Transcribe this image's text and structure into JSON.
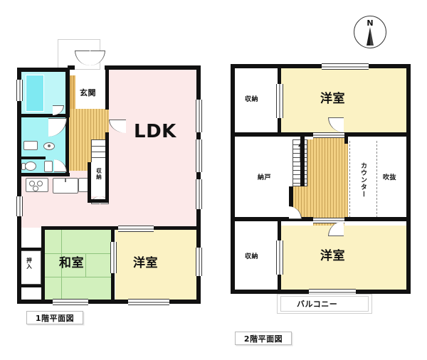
{
  "document": {
    "type": "real-estate-floor-plan",
    "compass_label": "N"
  },
  "floor1": {
    "caption": "1階平面図",
    "rooms": [
      {
        "id": "ldk",
        "label": "LDK",
        "color": "#fce9e9"
      },
      {
        "id": "genkan",
        "label": "玄関",
        "color": "#ffffff"
      },
      {
        "id": "washitsu",
        "label": "和室",
        "color": "#d2f0bd"
      },
      {
        "id": "yoshitsu",
        "label": "洋室",
        "color": "#fbf2c4"
      },
      {
        "id": "oshiire",
        "label": "押入",
        "color": "#ffffff"
      },
      {
        "id": "shuno",
        "label": "収納",
        "color": "#ffffff"
      }
    ]
  },
  "floor2": {
    "caption": "2階平面図",
    "rooms": [
      {
        "id": "shuno-top",
        "label": "収納",
        "color": "#ffffff"
      },
      {
        "id": "yoshitsu-top",
        "label": "洋室",
        "color": "#fbf2c4"
      },
      {
        "id": "nando",
        "label": "納戸",
        "color": "#ffffff"
      },
      {
        "id": "counter",
        "label": "カウンター",
        "color": "#ffffff"
      },
      {
        "id": "fukinuke",
        "label": "吹抜",
        "color": "#ffffff"
      },
      {
        "id": "shuno-bottom",
        "label": "収納",
        "color": "#ffffff"
      },
      {
        "id": "yoshitsu-bot",
        "label": "洋室",
        "color": "#fbf2c4"
      },
      {
        "id": "balcony",
        "label": "バルコニー",
        "color": "#ffffff"
      }
    ]
  },
  "palette": {
    "wall": "#111111",
    "ldk_pink": "#fce9e9",
    "tatami_green": "#d2f0bd",
    "western_yellow": "#fbf2c4",
    "water_cyan": "#a8f3f5",
    "tub_cyan": "#7fe9f2",
    "wood_tan": "#e8bc6a",
    "wood_light": "#f2d083",
    "caption_border": "#b9b9b9"
  }
}
